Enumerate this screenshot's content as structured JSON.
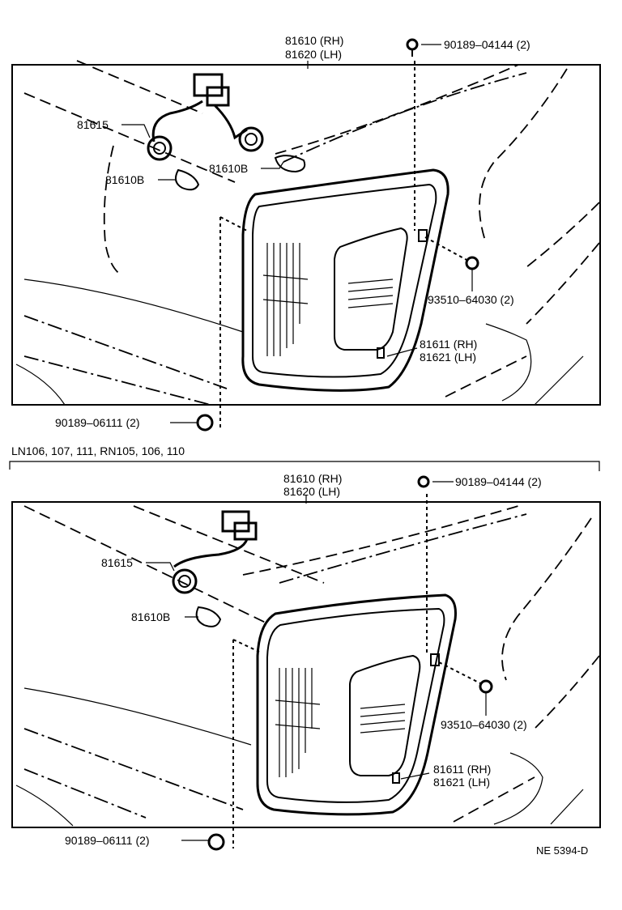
{
  "diagram": {
    "top": {
      "label_lamp_rh": "81610 (RH)",
      "label_lamp_lh": "81620 (LH)",
      "label_screw_top": "90189–04144 (2)",
      "label_socket": "81615",
      "label_bulb_left": "81610B",
      "label_bulb_right": "81610B",
      "label_clip": "93510–64030 (2)",
      "label_lens_rh": "81611 (RH)",
      "label_lens_lh": "81621 (LH)",
      "label_screw_bottom": "90189–06111 (2)"
    },
    "section_header": "LN106, 107, 111, RN105, 106, 110",
    "bottom": {
      "label_lamp_rh": "81610 (RH)",
      "label_lamp_lh": "81620 (LH)",
      "label_screw_top": "90189–04144 (2)",
      "label_socket": "81615",
      "label_bulb": "81610B",
      "label_clip": "93510–64030 (2)",
      "label_lens_rh": "81611 (RH)",
      "label_lens_lh": "81621 (LH)",
      "label_screw_bottom": "90189–06111 (2)"
    },
    "figure_code": "NE 5394-D"
  }
}
